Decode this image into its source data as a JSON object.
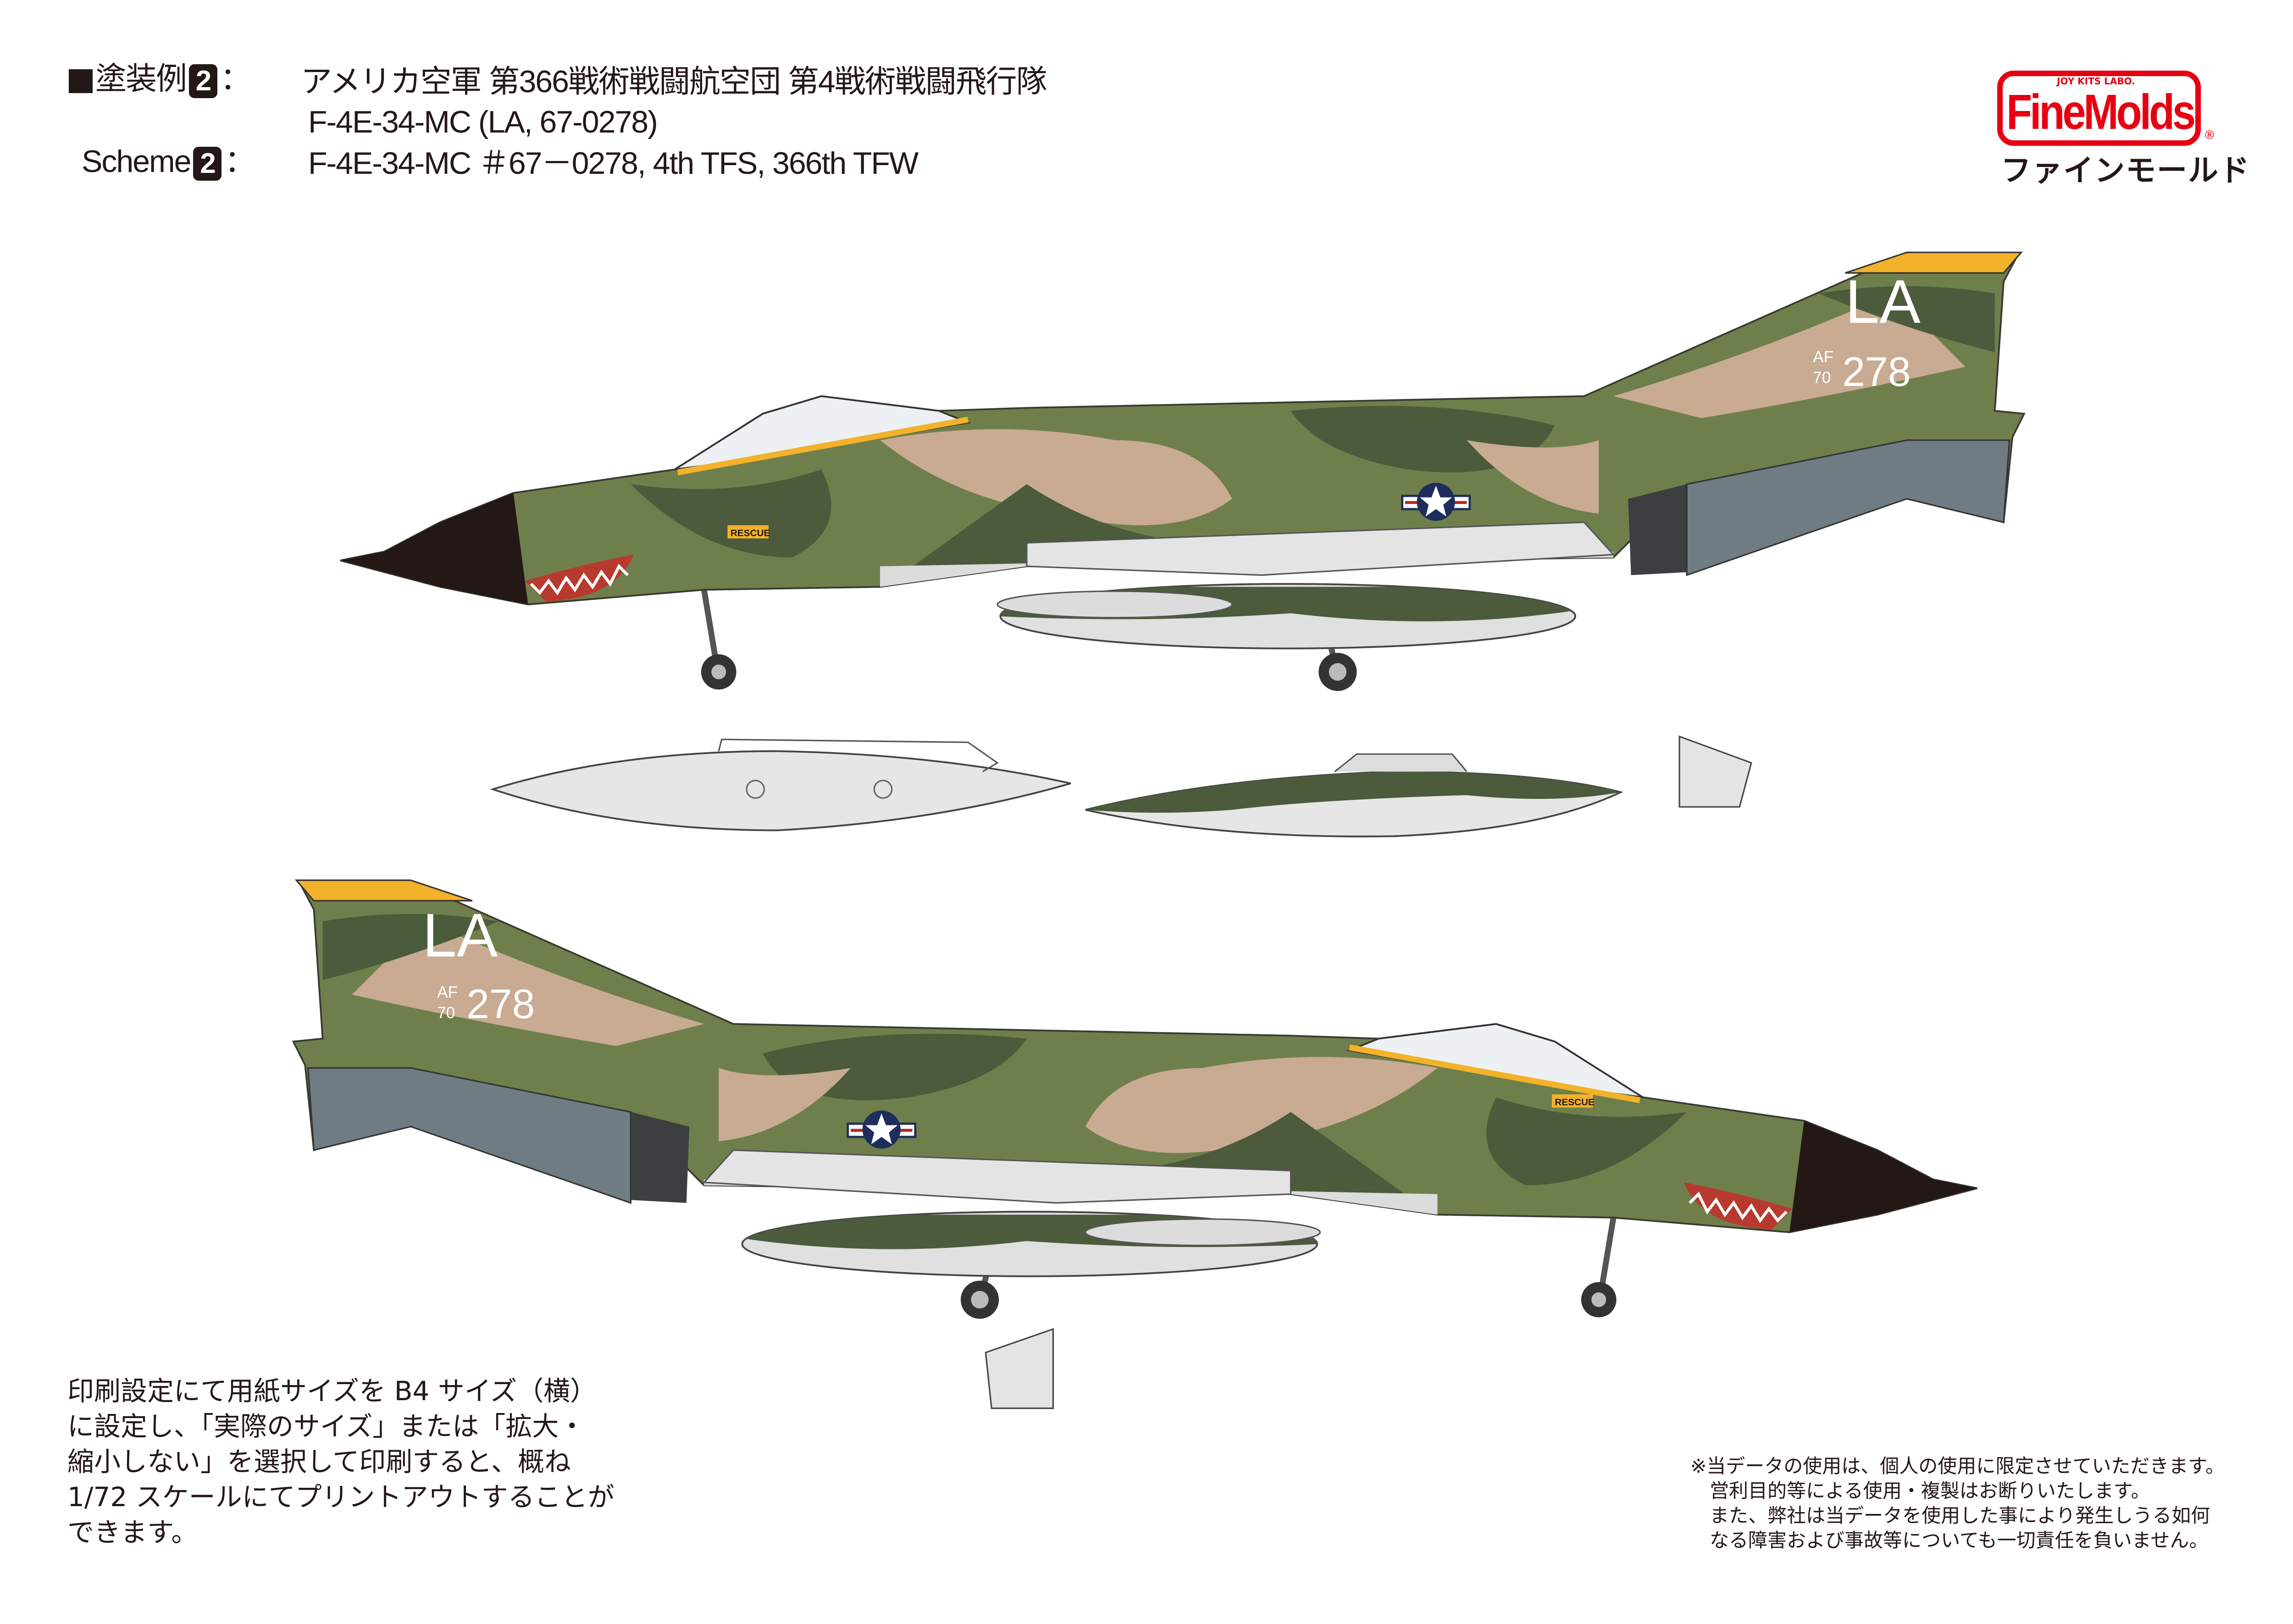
{
  "header": {
    "jp_label": "塗装例",
    "scheme_number": "2",
    "colon": "：",
    "jp_title": "アメリカ空軍 第366戦術戦闘航空団 第4戦術戦闘飛行隊",
    "jp_subtitle": "F-4E-34-MC (LA, 67-0278)",
    "en_label": "Scheme",
    "en_title": "F-4E-34-MC ＃67－0278, 4th TFS, 366th TFW"
  },
  "logo": {
    "brand": "FineMolds",
    "tagline": "JOY KITS LABO.",
    "registered": "®",
    "kana": "ファインモールド"
  },
  "markings": {
    "tail_code": "LA",
    "af_prefix": "AF",
    "year": "70",
    "serial": "278",
    "rescue": "RESCUE"
  },
  "colors": {
    "camo_green": "#6f7f4c",
    "camo_dark_green": "#4b5b3b",
    "camo_tan": "#c8ab92",
    "tail_yellow": "#f2b22a",
    "radome_black": "#231815",
    "belly_gray": "#dcdcdc",
    "stab_gray": "#6f7c84",
    "brand_red": "#e60012"
  },
  "notes": {
    "print_instructions": [
      "印刷設定にて用紙サイズを B4 サイズ（横）",
      "に設定し、「実際のサイズ」または「拡大・",
      "縮小しない」を選択して印刷すると、概ね",
      "1/72 スケールにてプリントアウトすることが",
      "できます。"
    ],
    "disclaimer": [
      "※当データの使用は、個人の使用に限定させていただきます。",
      "営利目的等による使用・複製はお断りいたします。",
      "また、弊社は当データを使用した事により発生しうる如何",
      "なる障害および事故等についても一切責任を負いません。"
    ]
  }
}
